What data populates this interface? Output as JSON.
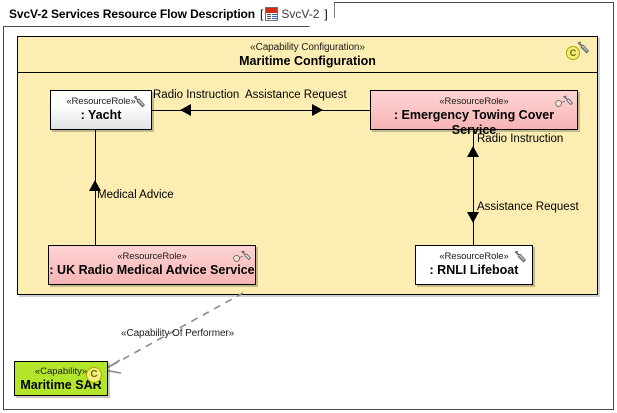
{
  "window": {
    "title": "SvcV-2 Services Resource Flow Description",
    "bracket_open": "[",
    "bracket_close": "]",
    "diagram_name": "SvcV-2",
    "diagram_icon": "diagram-icon"
  },
  "container": {
    "stereotype": "«Capability Configuration»",
    "name": "Maritime Configuration",
    "icons": [
      "capability-icon",
      "wrench-icon"
    ],
    "fill_color": "#FCEEB3"
  },
  "nodes": [
    {
      "id": "yacht",
      "stereotype": "«ResourceRole»",
      "name": ": Yacht",
      "icon": "wrench-icon",
      "fill_color": "#FFFFFF"
    },
    {
      "id": "emergency-towing-cover-service",
      "stereotype": "«ResourceRole»",
      "name": ": Emergency Towing Cover Service",
      "icon": "service-wrench-icon",
      "fill_color": "#FBC3C3"
    },
    {
      "id": "uk-radio-medical-advice-service",
      "stereotype": "«ResourceRole»",
      "name": ": UK Radio Medical Advice Service",
      "icon": "service-wrench-icon",
      "fill_color": "#FBC3C3"
    },
    {
      "id": "rnli-lifeboat",
      "stereotype": "«ResourceRole»",
      "name": ": RNLI Lifeboat",
      "icon": "wrench-icon",
      "fill_color": "#FFFFFF"
    }
  ],
  "capability": {
    "stereotype": "«Capability»",
    "name": "Maritime SAR",
    "icon": "capability-icon",
    "fill_color": "#B3E52B"
  },
  "connectors": [
    {
      "id": "radio-instruction-top",
      "label": "Radio Instruction",
      "from": "emergency-towing-cover-service",
      "to": "yacht",
      "direction": "left"
    },
    {
      "id": "assistance-request-top",
      "label": "Assistance Request",
      "from": "yacht",
      "to": "emergency-towing-cover-service",
      "direction": "right"
    },
    {
      "id": "medical-advice",
      "label": "Medical Advice",
      "from": "uk-radio-medical-advice-service",
      "to": "yacht",
      "direction": "up"
    },
    {
      "id": "radio-instruction-right",
      "label": "Radio Instruction",
      "from": "rnli-lifeboat",
      "to": "emergency-towing-cover-service",
      "direction": "up"
    },
    {
      "id": "assistance-request-right",
      "label": "Assistance Request",
      "from": "emergency-towing-cover-service",
      "to": "rnli-lifeboat",
      "direction": "down"
    }
  ],
  "dependency": {
    "label": "«Capability Of Performer»",
    "style": "dashed",
    "color": "#808080"
  }
}
